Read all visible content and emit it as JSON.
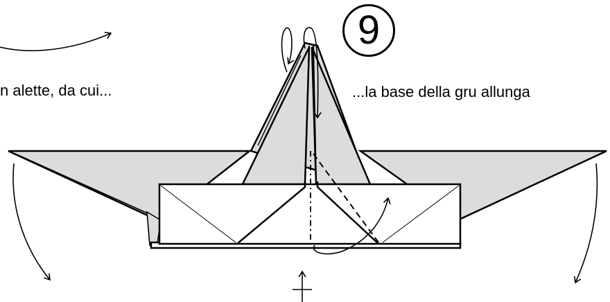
{
  "step": {
    "number": "9"
  },
  "captions": {
    "left": "n alette, da cui...",
    "right": "...la base della gru allunga"
  },
  "colors": {
    "paper_fill": "#dcdcdc",
    "paper_white": "#ffffff",
    "ink": "#000000"
  }
}
